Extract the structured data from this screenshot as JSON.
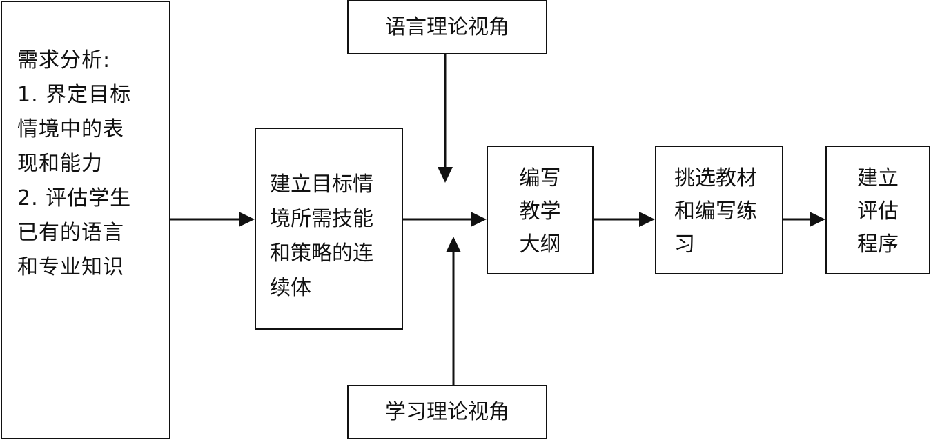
{
  "needs_analysis": {
    "lines": [
      "需求分析:",
      "1. 界定目标",
      "情境中的表",
      "现和能力",
      "2. 评估学生",
      "已有的语言",
      "和专业知识"
    ]
  },
  "continuum": {
    "lines": [
      "建立目标情",
      "境所需技能",
      "和策略的连",
      "续体"
    ]
  },
  "syllabus": {
    "lines": [
      "编写",
      "教学",
      "大纲"
    ]
  },
  "materials": {
    "lines": [
      "挑选教材",
      "和编写练",
      "习"
    ]
  },
  "evaluation": {
    "lines": [
      "建立",
      "评估",
      "程序"
    ]
  },
  "language_theory": {
    "label": "语言理论视角"
  },
  "learning_theory": {
    "label": "学习理论视角"
  }
}
